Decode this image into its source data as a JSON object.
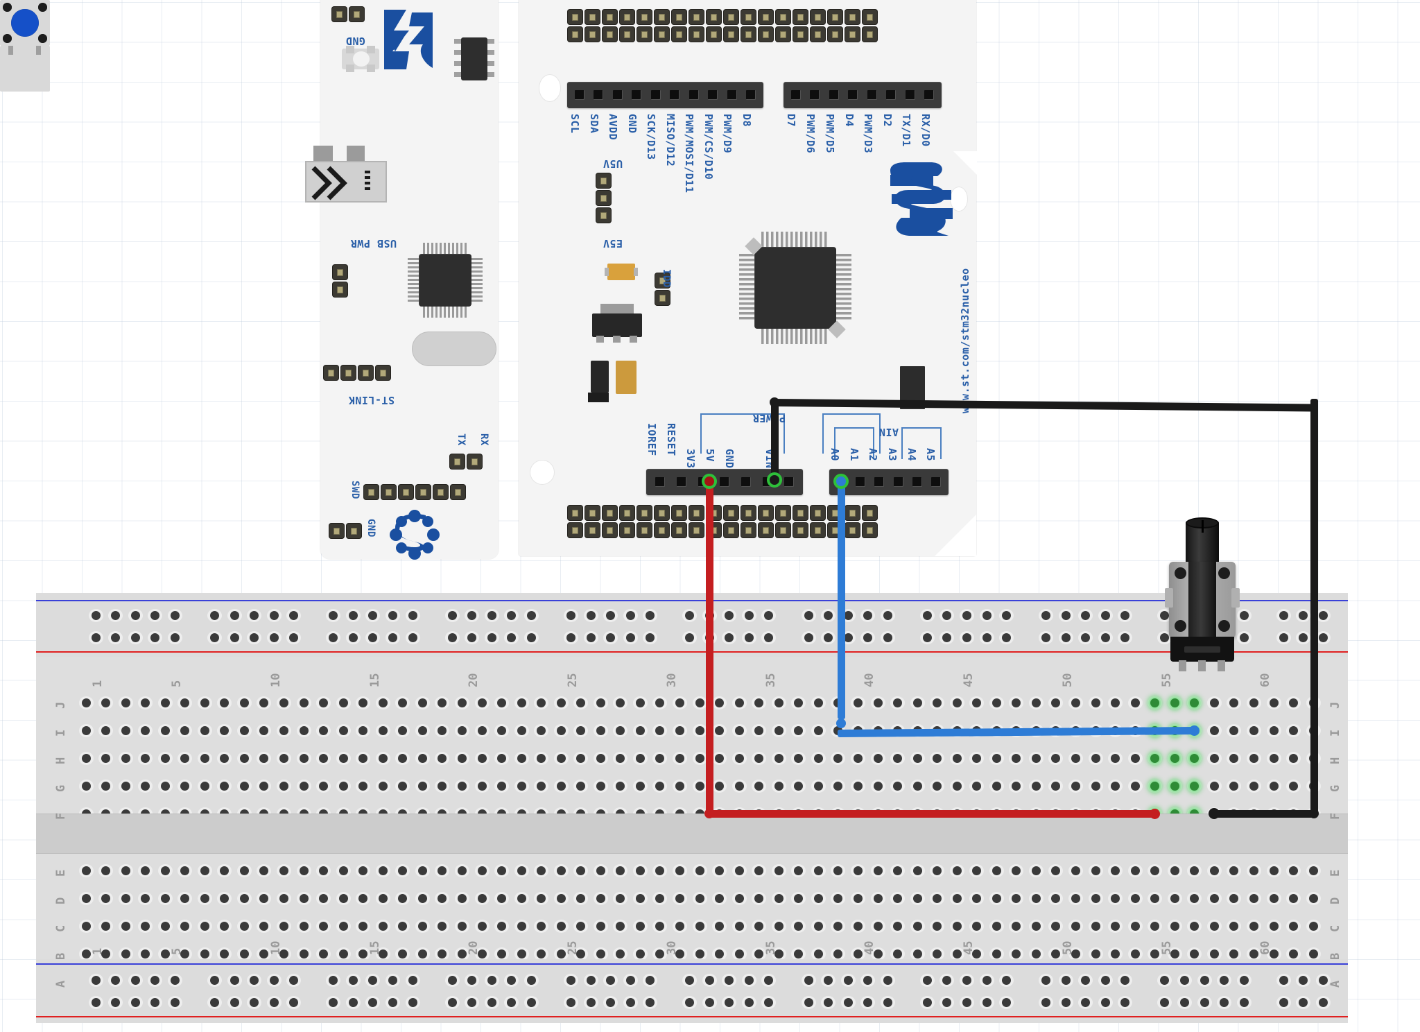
{
  "scene": {
    "type": "breadboard-wiring-diagram",
    "title": "STM32 Nucleo potentiometer wiring on breadboard",
    "background_color": "#ffffff",
    "grid_color": "#b4c3d7"
  },
  "board": {
    "name": "STM32 Nucleo-64",
    "orientation": "rotated-180",
    "pcb_color": "#f4f4f4",
    "silkscreen_color": "#2a5fa8",
    "url_text": "www.st.com/stm32nucleo",
    "logo_name": "st-logo",
    "stlink_logo_name": "stlink-logo",
    "labels": {
      "gnd_top": "GND",
      "usb_pwr": "USB PWR",
      "stlink": "ST-LINK",
      "swd": "SWD",
      "gnd_bottom": "GND",
      "tx": "TX",
      "rx": "RX",
      "u5v": "U5V",
      "e5v": "E5V",
      "idd": "IDD",
      "power_group": "POWER",
      "ain_group": "AIN"
    },
    "header_cn5_cn9": [
      "SCL",
      "SDA",
      "AVDD",
      "GND",
      "SCK/D13",
      "MISO/D12",
      "PWM/MOSI/D11",
      "PWM/CS/D10",
      "PWM/D9",
      "D8"
    ],
    "header_cn9b": [
      "D7",
      "PWM/D6",
      "PWM/D5",
      "D4",
      "PWM/D3",
      "D2",
      "TX/D1",
      "RX/D0"
    ],
    "header_power": [
      "IOREF",
      "RESET",
      "3V3",
      "5V",
      "GND",
      "",
      "VIN"
    ],
    "header_ain": [
      "A0",
      "A1",
      "A2",
      "A3",
      "A4",
      "A5"
    ]
  },
  "breadboard": {
    "body_color": "#dedede",
    "rail_positive_color": "#e02020",
    "rail_negative_color": "#3a41d8",
    "rows_top": [
      "J",
      "I",
      "H",
      "G",
      "F"
    ],
    "rows_bottom": [
      "E",
      "D",
      "C",
      "B",
      "A"
    ],
    "column_ticks": [
      "1",
      "5",
      "10",
      "15",
      "20",
      "25",
      "30",
      "35",
      "40",
      "45",
      "50",
      "55",
      "60"
    ],
    "columns_total": 63
  },
  "components": [
    {
      "name": "potentiometer",
      "type": "rotary-potentiometer",
      "body_color": "#a8a8a8",
      "shaft_color": "#1a1a1a",
      "pins": 3,
      "breadboard_columns": [
        55,
        56,
        57
      ],
      "breadboard_row": "J"
    }
  ],
  "wires": [
    {
      "name": "wire-3v3-to-red-rail",
      "color": "#c41e20",
      "color_label": "red",
      "from": "3V3",
      "to": "breadboard F row",
      "net": "3.3V power"
    },
    {
      "name": "wire-a0-to-pot-wiper",
      "color": "#2e7cd6",
      "color_label": "blue",
      "from": "A0",
      "to": "potentiometer wiper",
      "net": "analog signal"
    },
    {
      "name": "wire-gnd-to-pot",
      "color": "#1a1a1a",
      "color_label": "black",
      "from": "GND",
      "to": "potentiometer terminal",
      "net": "ground"
    }
  ],
  "connection_highlights": {
    "color_lit": "#2e8b36",
    "glow_color": "#3cd250",
    "lit_columns": [
      55,
      56,
      57
    ],
    "lit_rows": [
      "J",
      "I",
      "H",
      "G",
      "F"
    ]
  }
}
